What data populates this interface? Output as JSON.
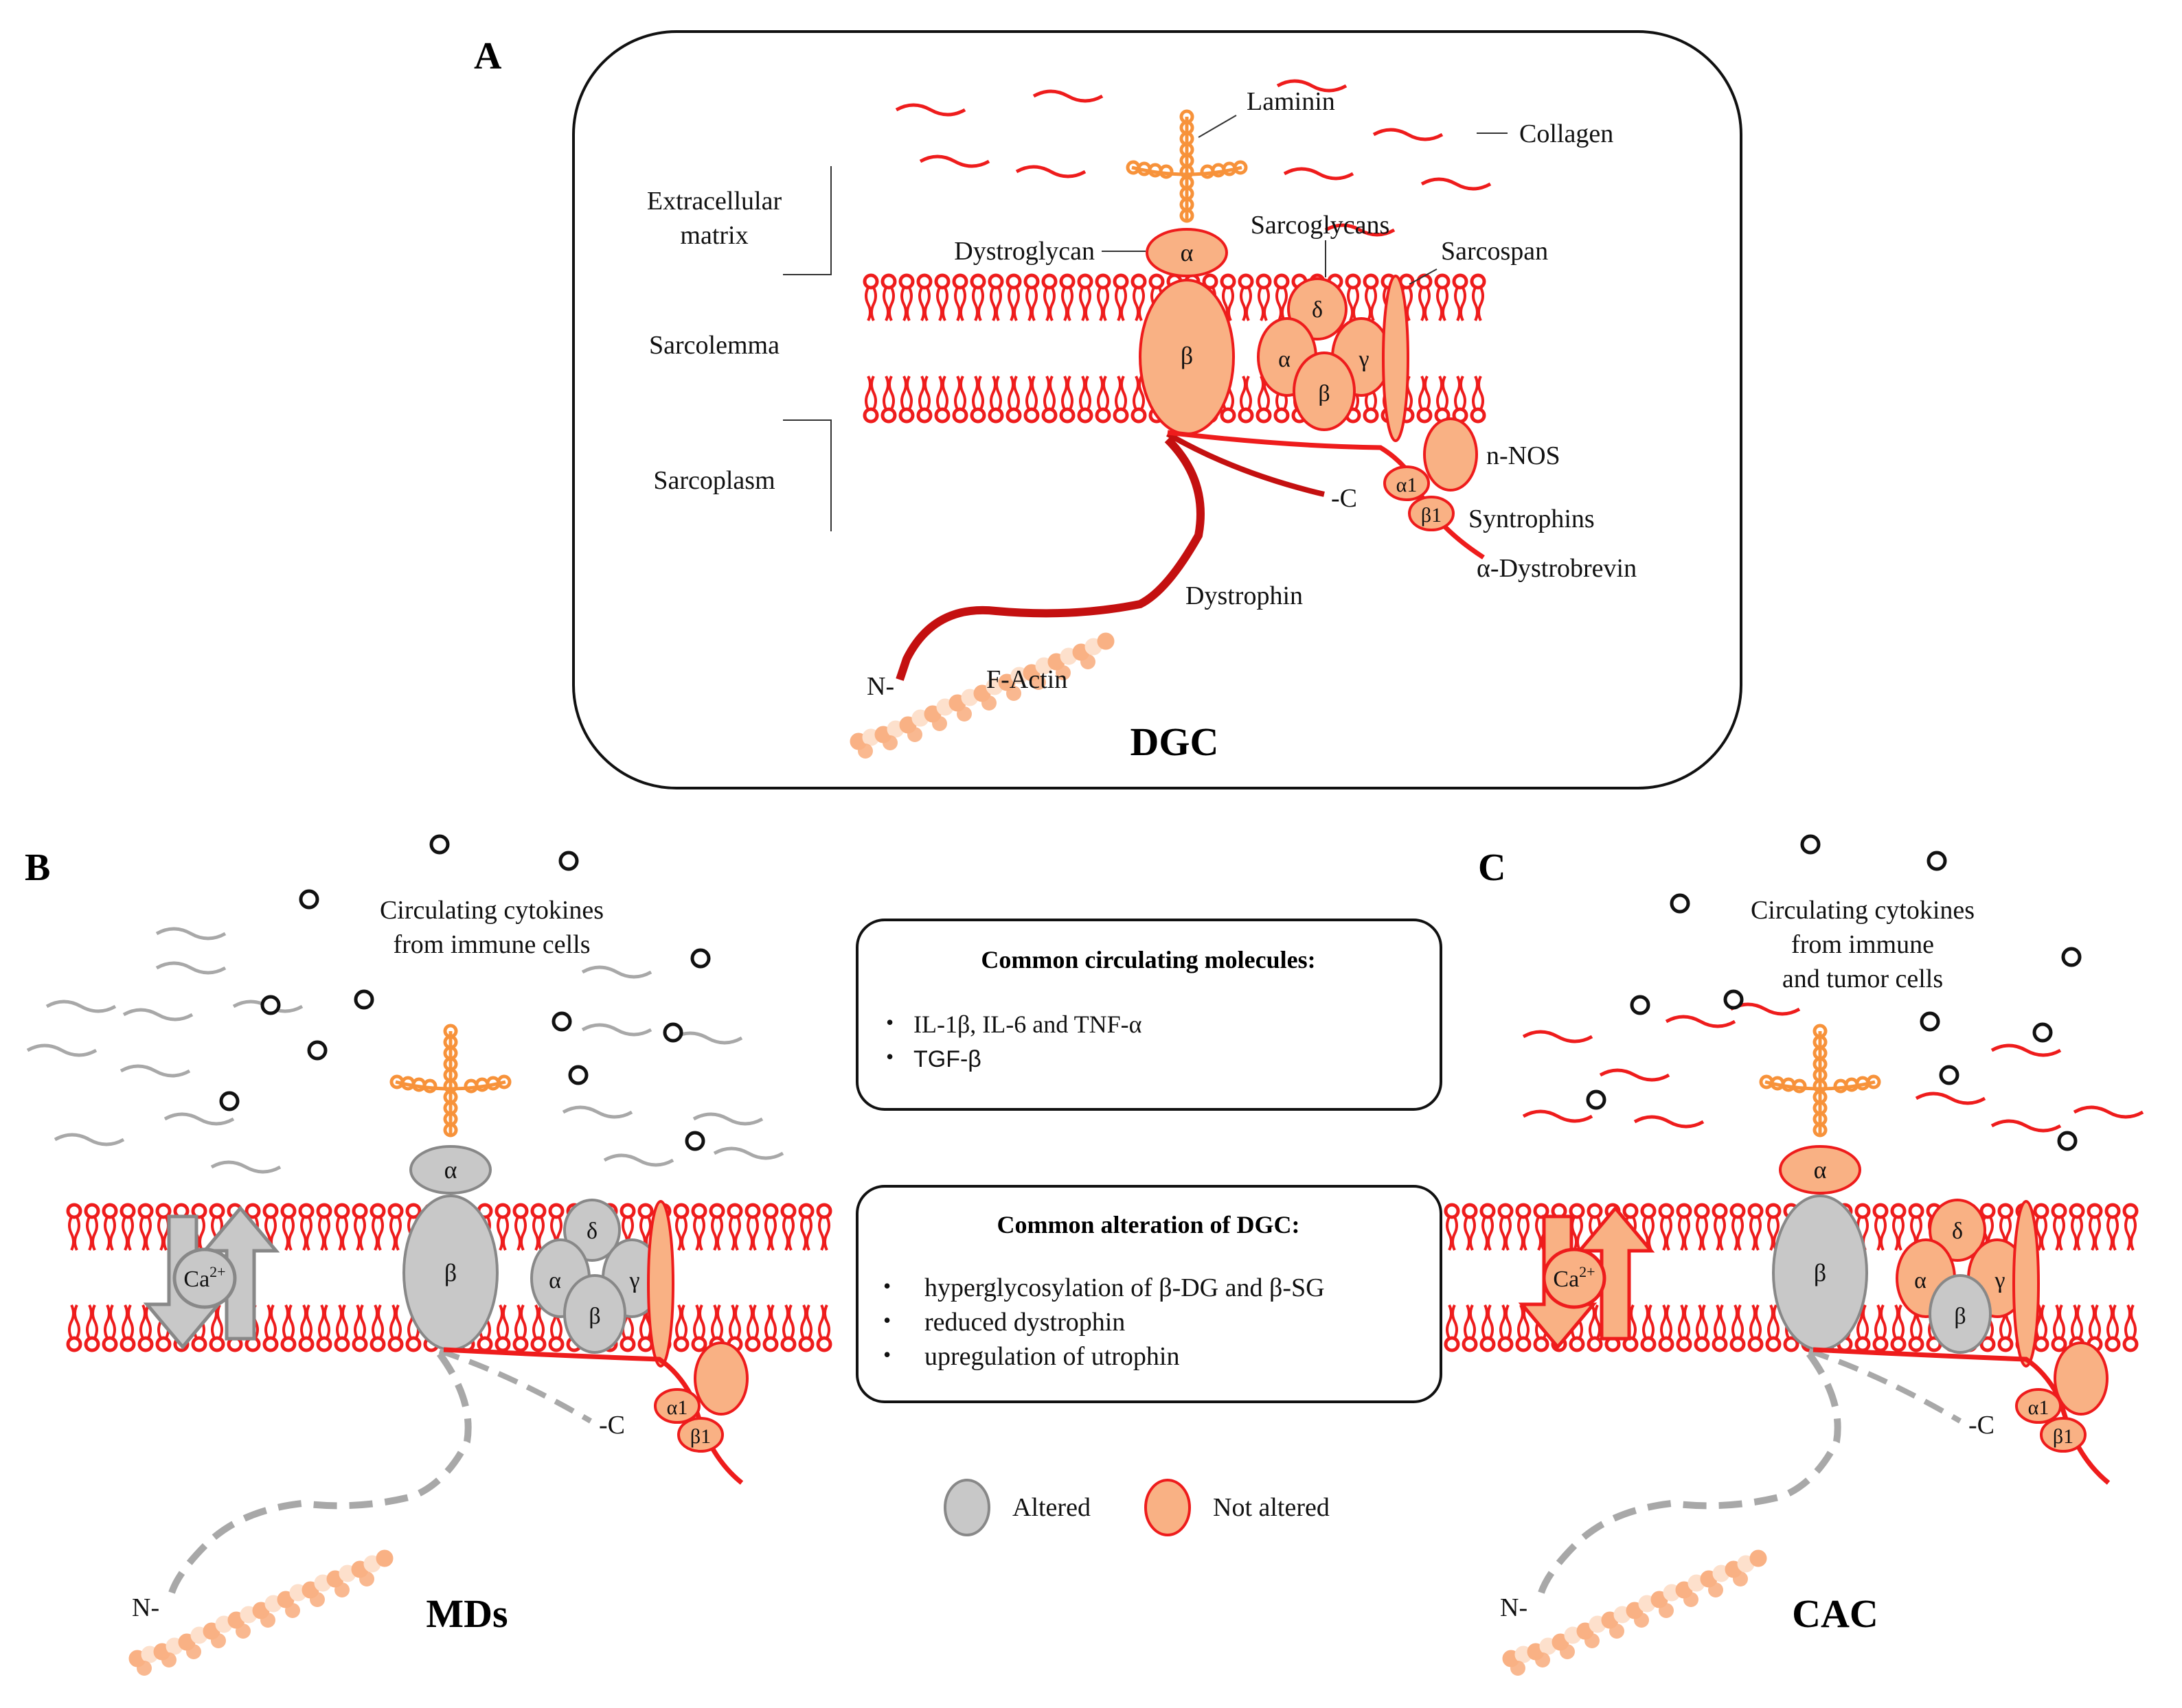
{
  "panel_a": {
    "letter": "A",
    "title": "DGC",
    "ecm_line1": "Extracellular",
    "ecm_line2": "matrix",
    "sarcolemma": "Sarcolemma",
    "sarcoplasm": "Sarcoplasm",
    "laminin": "Laminin",
    "collagen": "Collagen",
    "dystroglycan": "Dystroglycan",
    "sarcoglycans": "Sarcoglycans",
    "sarcospan": "Sarcospan",
    "nnos": "n-NOS",
    "syntrophins": "Syntrophins",
    "dystrobrevin": "α-Dystrobrevin",
    "dystrophin": "Dystrophin",
    "factin": "F-Actin",
    "c_term": "-C",
    "n_term": "N-"
  },
  "greek": {
    "alpha": "α",
    "beta": "β",
    "gamma": "γ",
    "delta": "δ",
    "a1": "α1",
    "b1": "β1",
    "ca": "Ca",
    "ca_sup": "2+"
  },
  "panel_b": {
    "letter": "B",
    "title": "MDs",
    "cytokines_line1": "Circulating cytokines",
    "cytokines_line2": "from immune cells",
    "c_term": "-C",
    "n_term": "N-"
  },
  "panel_c": {
    "letter": "C",
    "title": "CAC",
    "cytokines_line1": "Circulating cytokines",
    "cytokines_line2": "from immune",
    "cytokines_line3": "and tumor cells",
    "c_term": "-C",
    "n_term": "N-"
  },
  "common_molecules": {
    "title": "Common circulating molecules:",
    "items": [
      "IL-1β, IL-6 and TNF-α",
      "TGF-β"
    ]
  },
  "common_alteration": {
    "title": "Common alteration of DGC:",
    "items": [
      "hyperglycosylation of β-DG and β-SG",
      "reduced dystrophin",
      "upregulation of utrophin"
    ]
  },
  "legend": {
    "altered": "Altered",
    "not_altered": "Not altered"
  },
  "colors": {
    "membrane_red": "#ee1c1c",
    "protein_orange": "#f9b184",
    "laminin_orange": "#f7923a",
    "altered_gray": "#c8c8c8",
    "dystrophin_dark_red": "#c41010"
  }
}
